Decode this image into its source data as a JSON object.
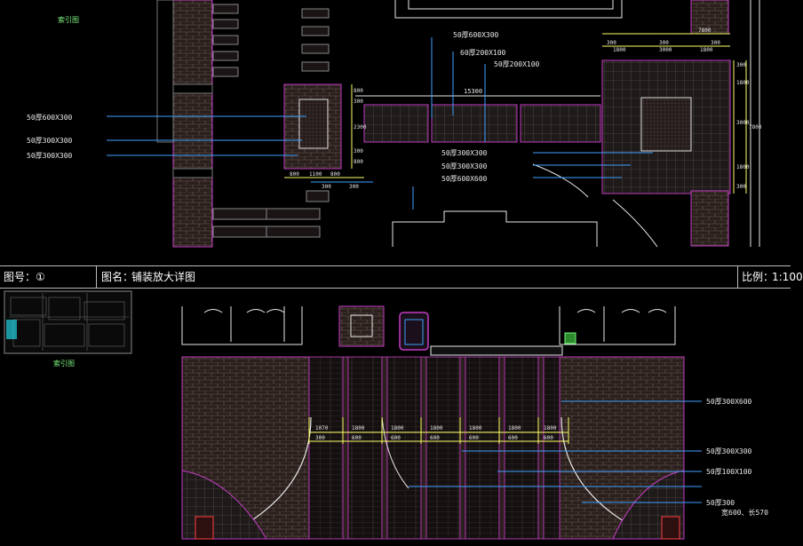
{
  "top": {
    "index_label": "索引图",
    "callouts_left": [
      "50厚600X300",
      "50厚300X300",
      "50厚300X300"
    ],
    "callouts_top": [
      "50厚600X300",
      "60厚200X100",
      "50厚200X100"
    ],
    "callouts_mid": [
      "50厚300X300",
      "50厚300X300",
      "50厚600X600"
    ],
    "dim_top": [
      "7800",
      "300",
      "300",
      "300",
      "1800",
      "3000",
      "1800"
    ],
    "dim_right": [
      "300",
      "1800",
      "3000",
      "7800",
      "1800",
      "300"
    ],
    "dim_left_v": [
      "800",
      "300",
      "2300",
      "300",
      "800"
    ],
    "dim_bottom": [
      "800",
      "1100",
      "800",
      "300",
      "300"
    ],
    "span_label": "15300"
  },
  "title_bar": {
    "drawing_no_label": "图号：",
    "drawing_no": "①",
    "drawing_name_label": "图名：",
    "drawing_name": "铺装放大详图",
    "scale_label": "比例：",
    "scale": "1:100"
  },
  "bottom": {
    "index_label": "索引图",
    "dim_row1": [
      "1070",
      "1800",
      "1800",
      "1800",
      "1800",
      "1800",
      "1800"
    ],
    "dim_row2": [
      "300",
      "600",
      "600",
      "600",
      "600",
      "600",
      "600"
    ],
    "callouts": [
      "50厚300X600",
      "50厚300X300",
      "50厚100X100",
      "",
      "50厚300"
    ],
    "callout_extra": "宽600、长570"
  },
  "colors": {
    "background": "#000000",
    "paving_fill": "#2a1f1c",
    "paving_line": "#6a5a56",
    "outline": "#c43cc4",
    "leader": "#3fa0ff",
    "dimension": "#ffff66",
    "white_line": "#e8e8e8",
    "green_text": "#7cf27c",
    "accent_cyan": "#22d0e0"
  }
}
